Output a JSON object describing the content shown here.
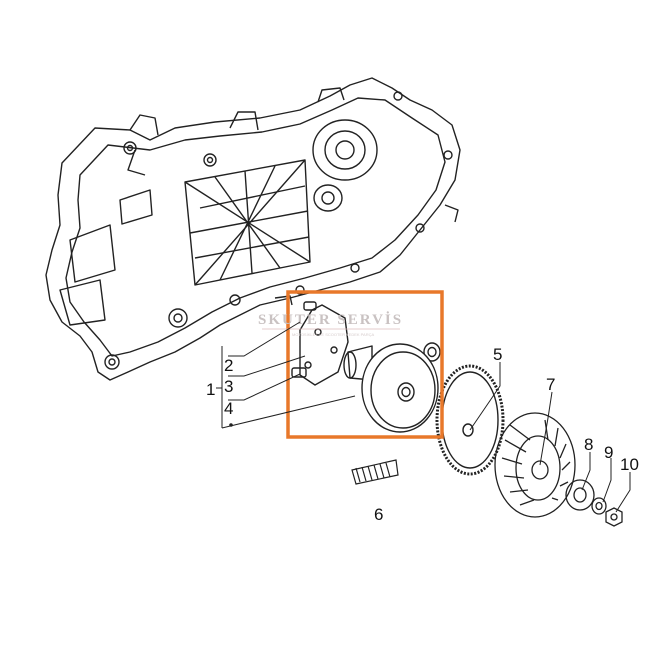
{
  "watermark": {
    "brand": "SKUTER SERVİS",
    "tagline": "MOTOSİKLET VE SCOOTER YEDEK PARÇA"
  },
  "highlight": {
    "color": "#e8782a"
  },
  "callouts": {
    "n1": "1",
    "n2": "2",
    "n3": "3",
    "n4": "4",
    "n5": "5",
    "n6": "6",
    "n7": "7",
    "n8": "8",
    "n9": "9",
    "n10": "10"
  }
}
